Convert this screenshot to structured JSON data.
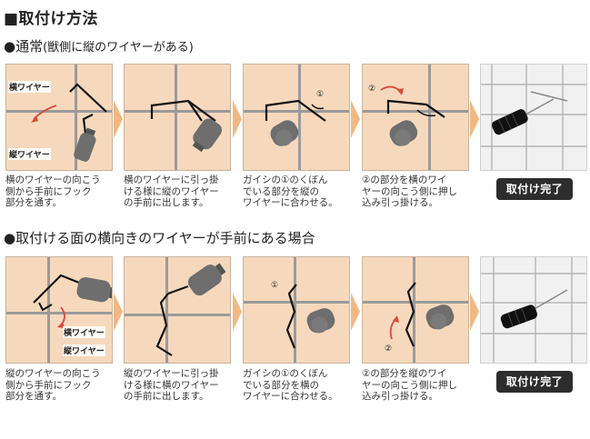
{
  "title": "■取付け方法",
  "section1": {
    "heading": "●通常",
    "heading_sub": "(獣側に縦のワイヤーがある)",
    "labels": {
      "horizontal_wire": "横ワイヤー",
      "vertical_wire": "縦ワイヤー",
      "marker1": "①",
      "marker2": "②"
    },
    "captions": [
      "横のワイヤーの向こう\n側から手前にフック\n部分を通す。",
      "横のワイヤーに引っ掛\nける様に縦のワイヤー\nの手前に出します。",
      "ガイシの①のくぼん\nでいる部分を縦の\nワイヤーに合わせる。",
      "②の部分を横のワイ\nヤーの向こう側に押し\n込み引っ掛ける。"
    ],
    "done_label": "取付け完了"
  },
  "section2": {
    "heading": "●取付ける面の横向きのワイヤーが手前にある場合",
    "labels": {
      "horizontal_wire": "横ワイヤー",
      "vertical_wire": "縦ワイヤー",
      "marker1": "①",
      "marker2": "②"
    },
    "captions": [
      "縦のワイヤーの向こう\n側から手前にフック\n部分を通す。",
      "縦のワイヤーに引っ掛\nける様に横のワイヤー\nの手前に出します。",
      "ガイシの①のくぼん\nでいる部分を横の\nワイヤーに合わせる。",
      "②の部分を縦のワイ\nヤーの向こう側に押し\n込み引っ掛ける。"
    ],
    "done_label": "取付け完了"
  },
  "colors": {
    "panel_bg": "#f6d9bc",
    "grout": "#9a9a9a",
    "arrow": "#f2b880",
    "red_arrow": "#e0463c",
    "insulator": "#666666",
    "badge": "#2d2d2d"
  }
}
